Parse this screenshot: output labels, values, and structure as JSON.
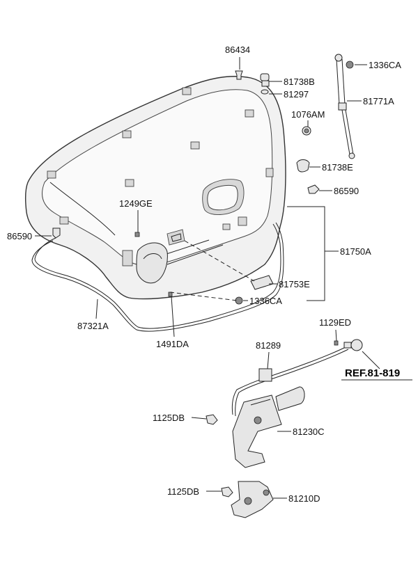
{
  "labels": {
    "p86434": "86434",
    "p81738B": "81738B",
    "p81297": "81297",
    "p1336CA_top": "1336CA",
    "p81771A": "81771A",
    "p1076AM": "1076AM",
    "p81738E": "81738E",
    "p86590_right": "86590",
    "p1249GE": "1249GE",
    "p86590_left": "86590",
    "p81750A": "81750A",
    "p81753E": "81753E",
    "p1336CA_bottom": "1336CA",
    "p87321A": "87321A",
    "p1491DA": "1491DA",
    "p1129ED": "1129ED",
    "p81289": "81289",
    "ref": "REF.81-819",
    "p1125DB_upper": "1125DB",
    "p81230C": "81230C",
    "p1125DB_lower": "1125DB",
    "p81210D": "81210D"
  }
}
